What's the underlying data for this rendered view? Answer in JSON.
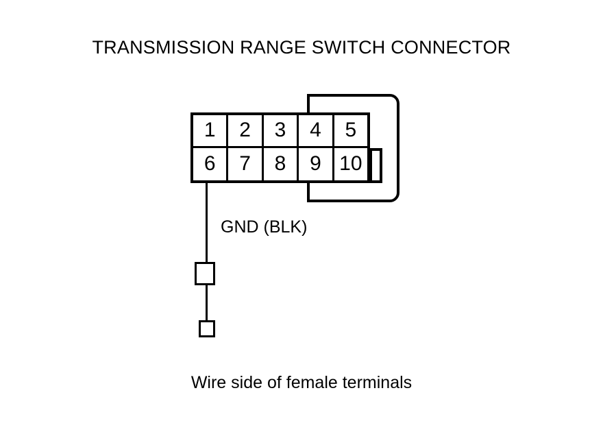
{
  "diagram": {
    "title": "TRANSMISSION RANGE SWITCH CONNECTOR",
    "caption": "Wire side of female terminals",
    "type": "connector-pinout",
    "colors": {
      "line": "#000000",
      "background": "#ffffff"
    },
    "connector": {
      "pin_rows": [
        {
          "pins": [
            "1",
            "2",
            "3",
            "4",
            "5"
          ]
        },
        {
          "pins": [
            "6",
            "7",
            "8",
            "9",
            "10"
          ]
        }
      ],
      "has_keying_notch": true,
      "shell_shape": "rounded-right"
    },
    "wire": {
      "label": "GND (BLK)",
      "from_pin": "6",
      "terminal_count": 2
    }
  }
}
